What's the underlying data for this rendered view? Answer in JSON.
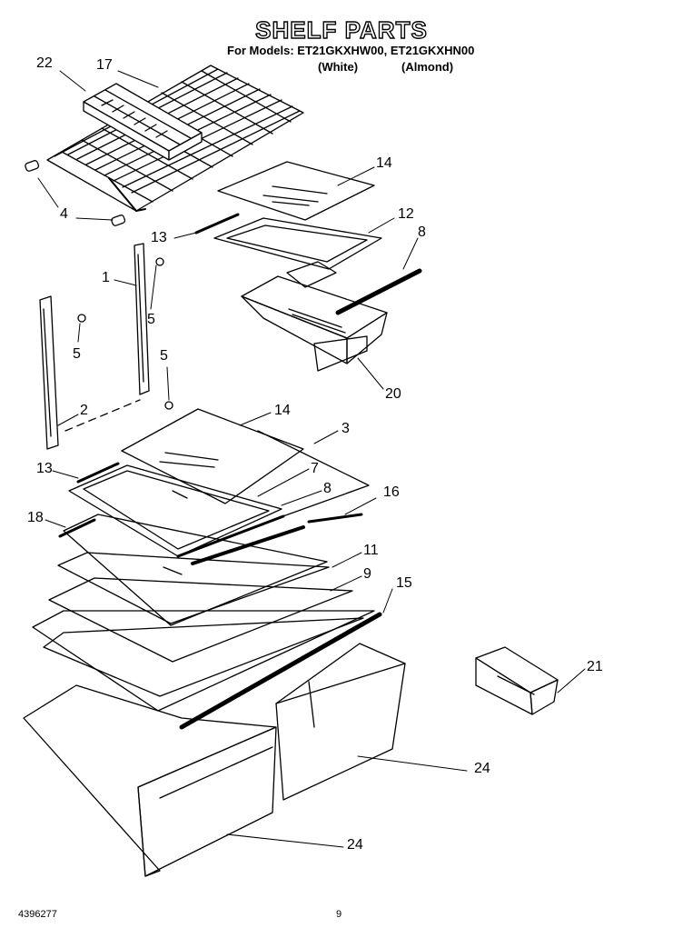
{
  "title": "SHELF PARTS",
  "models_line": "For Models: ET21GKXHW00, ET21GKXHN00",
  "variants": [
    "(White)",
    "(Almond)"
  ],
  "callouts": [
    "22",
    "17",
    "4",
    "14",
    "13",
    "12",
    "8",
    "1",
    "5",
    "5",
    "20",
    "5",
    "2",
    "14",
    "3",
    "13",
    "7",
    "8",
    "16",
    "18",
    "11",
    "9",
    "15",
    "21",
    "24",
    "24"
  ],
  "footer": {
    "code": "4396277",
    "page": "9"
  }
}
